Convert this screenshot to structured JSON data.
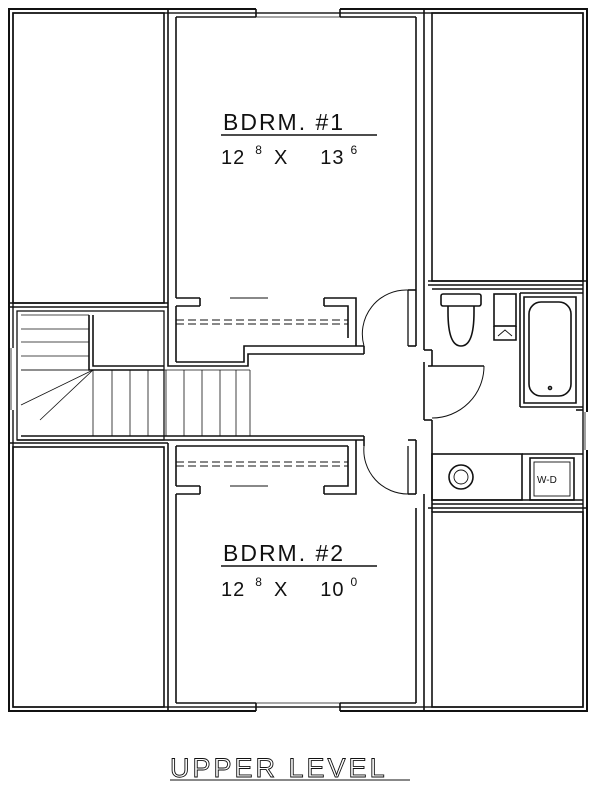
{
  "plan": {
    "level_label": "UPPER LEVEL",
    "rooms": [
      {
        "name": "BDRM. #1",
        "width_ft": "12",
        "width_in": "8",
        "sep": "X",
        "length_ft": "13",
        "length_in": "6"
      },
      {
        "name": "BDRM. #2",
        "width_ft": "12",
        "width_in": "8",
        "sep": "X",
        "length_ft": "10",
        "length_in": "0"
      }
    ],
    "appliances": {
      "washer_dryer": "W-D"
    }
  }
}
